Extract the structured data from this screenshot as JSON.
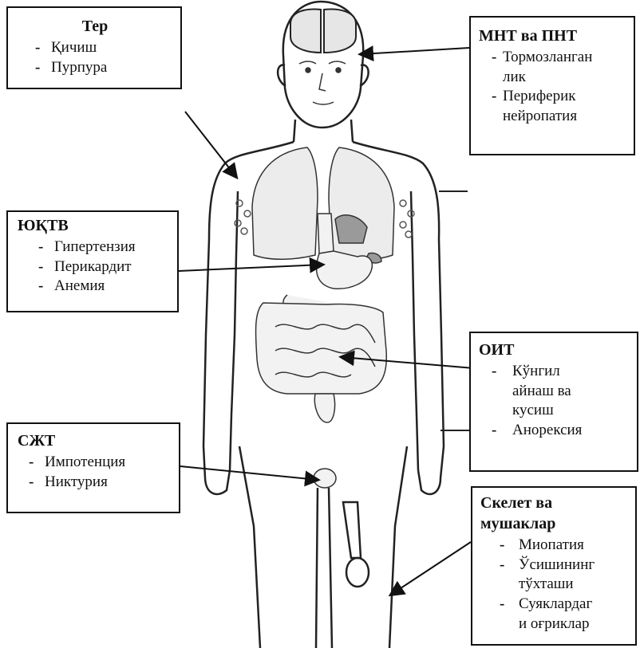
{
  "boxes": {
    "skin": {
      "title": "Тер",
      "items": [
        "Қичиш",
        "Пурпура"
      ]
    },
    "cns": {
      "title": "МНТ ва ПНТ",
      "items": [
        "Тормозланган\nлик",
        "Периферик\nнейропатия"
      ]
    },
    "cvs": {
      "title": "ЮҚТВ",
      "items": [
        "Гипертензия",
        "Перикардит",
        "Анемия"
      ]
    },
    "git": {
      "title": "ОИТ",
      "items": [
        "Кўнгил\nайнаш ва\nкусиш",
        "Анорексия"
      ]
    },
    "urin": {
      "title": "СЖТ",
      "items": [
        "Импотенция",
        "Никтурия"
      ]
    },
    "musc": {
      "title": "Скелет ва\nмушаклар",
      "items": [
        "Миопатия",
        "Ўсишининг\nтўхташи",
        "Суяклардаг\nи оғриклар"
      ]
    }
  },
  "colors": {
    "line": "#111111",
    "organ_fill": "#e6e6e6",
    "dark_fill": "#9a9a9a"
  }
}
